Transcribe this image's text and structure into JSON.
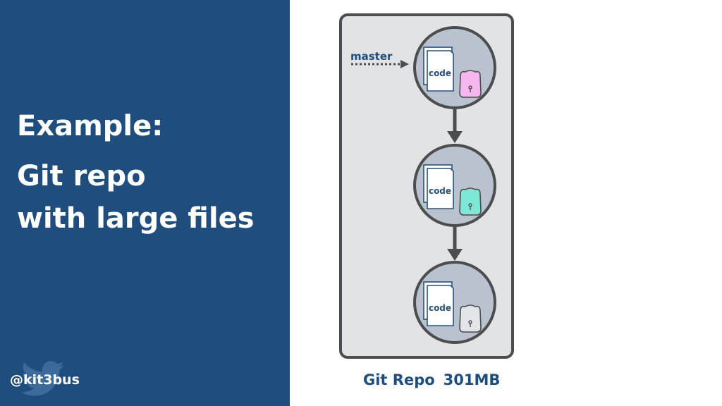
{
  "slide": {
    "title": "Example:",
    "subtitle_line1": "Git repo",
    "subtitle_line2": "with large files"
  },
  "twitter": {
    "handle": "@kit3bus",
    "icon": "twitter-bird-icon"
  },
  "diagram": {
    "branch_label": "master",
    "commits": [
      {
        "file_label": "code",
        "asset_color": "#f6b6ef",
        "asset_icon": "large-file-blob-icon"
      },
      {
        "file_label": "code",
        "asset_color": "#7ee8d6",
        "asset_icon": "large-file-blob-icon"
      },
      {
        "file_label": "code",
        "asset_color": "#e2e6ea",
        "asset_icon": "large-file-blob-icon"
      }
    ],
    "repo_name": "Git Repo",
    "repo_size": "301MB"
  },
  "colors": {
    "panel_blue": "#1f4e7e",
    "repo_bg": "#e1e3e6",
    "commit_fill": "#b9c3cf",
    "outline": "#4d4d4d"
  }
}
